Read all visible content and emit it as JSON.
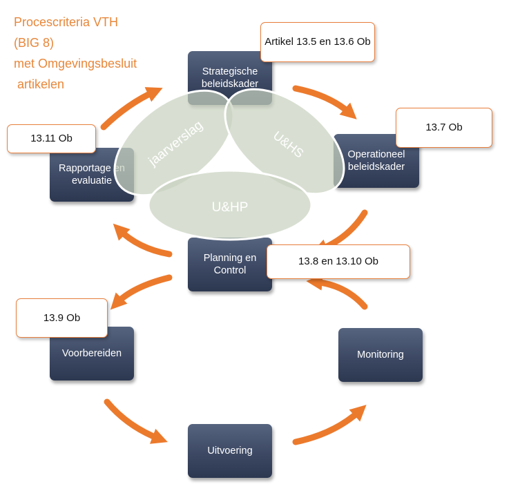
{
  "title": {
    "lines": [
      "Procescriteria VTH",
      "(BIG 8)",
      "met Omgevingsbesluit",
      " artikelen"
    ]
  },
  "nodes": {
    "strategisch": "Strategische beleidskader",
    "operationeel": "Operationeel beleidskader",
    "rapportage": "Rapportage en evaluatie",
    "planning": "Planning en Control",
    "voorbereiden": "Voorbereiden",
    "monitoring": "Monitoring",
    "uitvoering": "Uitvoering"
  },
  "callouts": {
    "c1": "Artikel 13.5 en 13.6 Ob",
    "c2": "13.7 Ob",
    "c3": "13.11 Ob",
    "c4": "13.8 en 13.10 Ob",
    "c5": "13.9 Ob"
  },
  "ellipses": {
    "jaarverslag": "jaarverslag",
    "uhs": "U&HS",
    "uhp": "U&HP"
  },
  "colors": {
    "title": "#e8873a",
    "arrow": "#ec7a2c",
    "node": "#3d4964",
    "ellipse_fill": "#c9d2c0",
    "callout_border": "#e87e3c"
  }
}
